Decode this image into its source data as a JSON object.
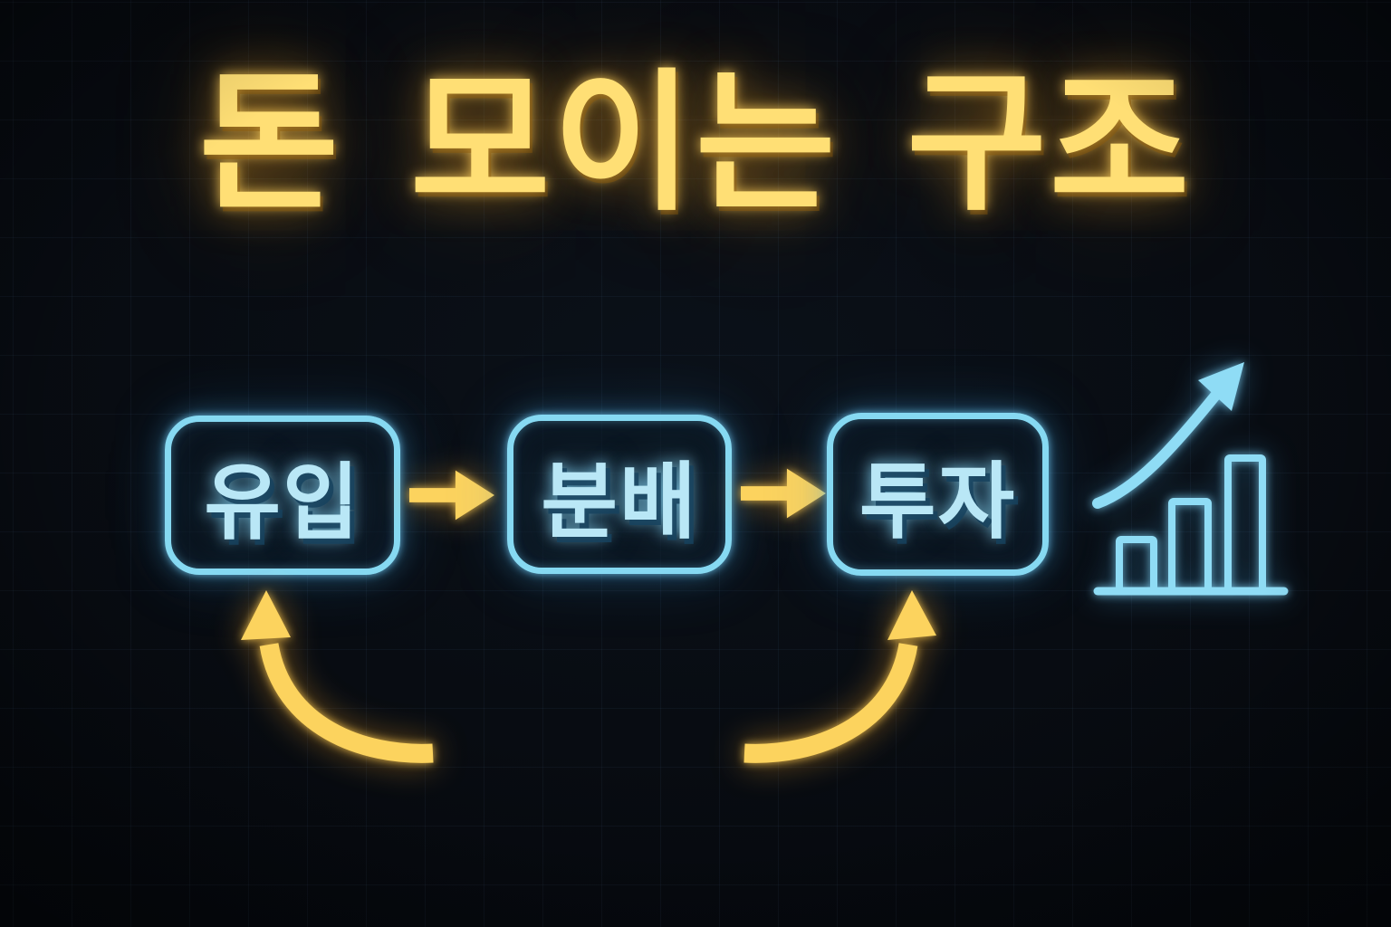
{
  "title": {
    "text": "돈 모이는 구조"
  },
  "flow": {
    "nodes": [
      {
        "id": "inflow",
        "label": "유입"
      },
      {
        "id": "distribution",
        "label": "분배"
      },
      {
        "id": "investment",
        "label": "투자"
      }
    ],
    "connectors": [
      {
        "from": "inflow",
        "to": "distribution",
        "type": "straight-arrow-right"
      },
      {
        "from": "distribution",
        "to": "investment",
        "type": "straight-arrow-right"
      },
      {
        "to": "inflow",
        "type": "curved-arrow-up-feedback"
      },
      {
        "to": "investment",
        "type": "curved-arrow-up-feedback"
      }
    ]
  },
  "icons": {
    "growth_chart": "bar-chart-with-rising-arrow"
  },
  "colors": {
    "background": "#06090e",
    "neon_yellow": "#fcd35e",
    "neon_blue": "#8fdcf5",
    "grid_line": "#2a3c52"
  }
}
